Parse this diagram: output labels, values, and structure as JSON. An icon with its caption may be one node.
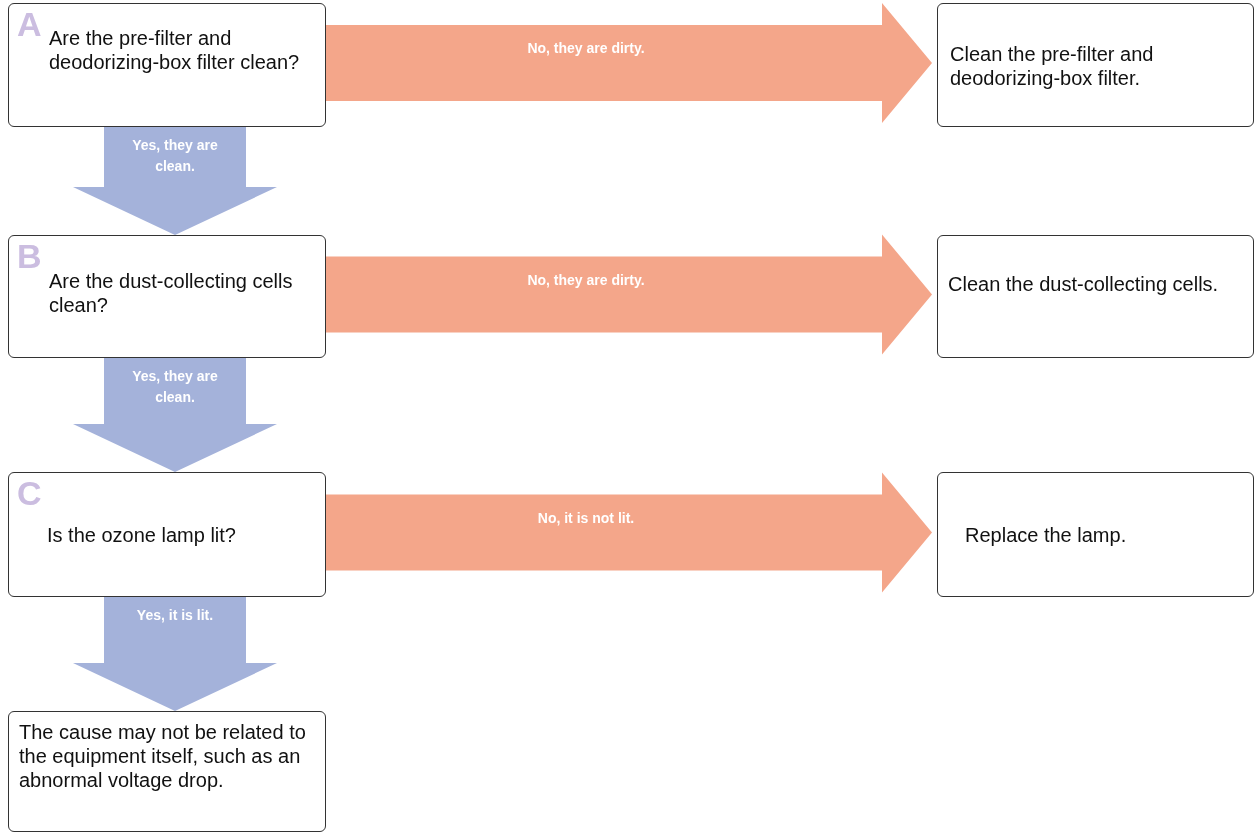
{
  "diagram": {
    "nodes": [
      {
        "text": [
          "A",
          "Are the pre-filter and deodorizing-box filter clean?"
        ]
      },
      {
        "text": [
          "Clean the pre-filter and deodorizing-box filter."
        ]
      },
      {
        "text": [
          "B",
          "Are the dust-collecting cells clean?"
        ]
      },
      {
        "text": [
          "Clean the dust-collecting cells."
        ]
      },
      {
        "text": [
          "C",
          "Is the ozone lamp lit?"
        ]
      },
      {
        "text": [
          "Replace the lamp."
        ]
      },
      {
        "text": [
          "The cause may not be related to the equipment itself, such as an abnormal voltage drop."
        ]
      }
    ],
    "edges": [
      {
        "from": 0,
        "to": 1,
        "arrow": "to",
        "label": "No, they are dirty.",
        "style": "thick",
        "color": "#f4a68a"
      },
      {
        "from": 0,
        "to": 2,
        "arrow": "to",
        "label": "Yes, they are clean.",
        "style": "thick",
        "color": "#a4b2da"
      },
      {
        "from": 2,
        "to": 3,
        "arrow": "to",
        "label": "No, they are dirty.",
        "style": "thick",
        "color": "#f4a68a"
      },
      {
        "from": 2,
        "to": 4,
        "arrow": "to",
        "label": "Yes, they are clean.",
        "style": "thick",
        "color": "#a4b2da"
      },
      {
        "from": 4,
        "to": 5,
        "arrow": "to",
        "label": "No, it is not lit.",
        "style": "thick",
        "color": "#f4a68a"
      },
      {
        "from": 4,
        "to": 6,
        "arrow": "to",
        "label": "Yes, it is lit.",
        "style": "thick",
        "color": "#a4b2da"
      }
    ]
  }
}
